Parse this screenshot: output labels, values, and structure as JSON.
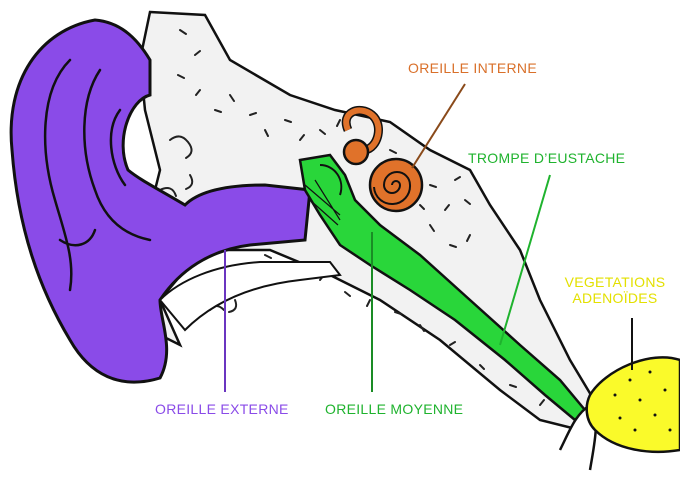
{
  "labels": {
    "oreille_interne": "OREILLE INTERNE",
    "trompe": "TROMPE D’EUSTACHE",
    "vegetations_line1": "VEGETATIONS",
    "vegetations_line2": "ADENOÏDES",
    "oreille_externe": "OREILLE EXTERNE",
    "oreille_moyenne": "OREILLE MOYENNE"
  },
  "colors": {
    "outer_ear": "#8a4be8",
    "middle_ear": "#29d63a",
    "inner_ear": "#e0722a",
    "adenoids": "#fafa2a",
    "bone": "#f2f2f2",
    "outline": "#111111",
    "label_externe": "#8a4be8",
    "label_moyenne": "#1fb32e",
    "label_interne": "#d9702a",
    "label_trompe": "#1fb32e",
    "label_vegetations": "#e3e000"
  }
}
